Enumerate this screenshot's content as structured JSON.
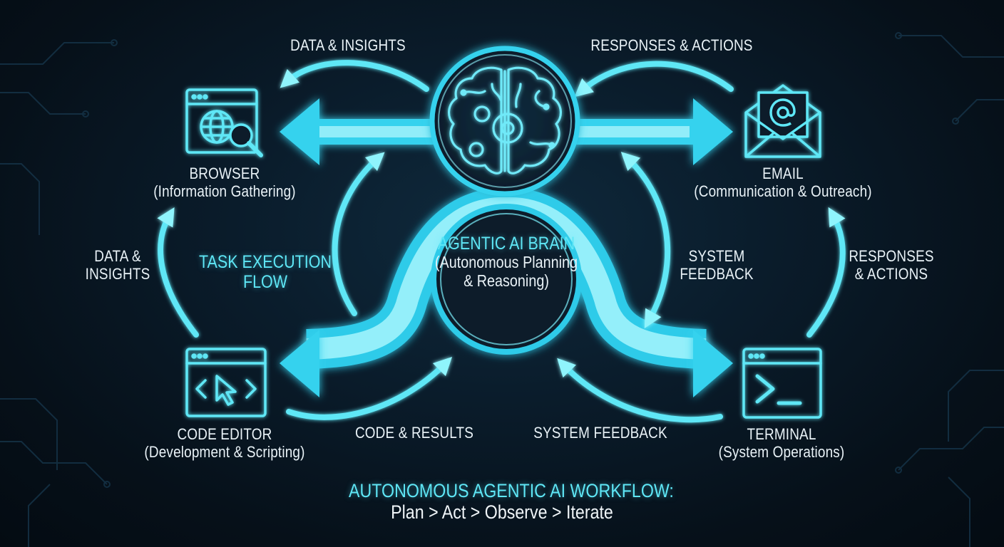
{
  "center": {
    "title": "AGENTIC AI BRAIN",
    "subtitle_line1": "(Autonomous Planning",
    "subtitle_line2": "& Reasoning)"
  },
  "nodes": {
    "browser": {
      "name": "BROWSER",
      "role": "(Information Gathering)",
      "icon": "globe-search-icon"
    },
    "email": {
      "name": "EMAIL",
      "role": "(Communication & Outreach)",
      "icon": "envelope-at-icon"
    },
    "code_editor": {
      "name": "CODE EDITOR",
      "role": "(Development & Scripting)",
      "icon": "code-cursor-icon"
    },
    "terminal": {
      "name": "TERMINAL",
      "role": "(System Operations)",
      "icon": "terminal-prompt-icon"
    }
  },
  "flow_labels": {
    "top_left": "DATA & INSIGHTS",
    "top_right": "RESPONSES & ACTIONS",
    "left_line1": "DATA &",
    "left_line2": "INSIGHTS",
    "right_line1": "RESPONSES",
    "right_line2": "& ACTIONS",
    "inner_right_line1": "SYSTEM",
    "inner_right_line2": "FEEDBACK",
    "bottom_left": "CODE & RESULTS",
    "bottom_right": "SYSTEM FEEDBACK",
    "task_line1": "TASK EXECUTION",
    "task_line2": "FLOW"
  },
  "footer": {
    "title": "AUTONOMOUS AGENTIC AI WORKFLOW:",
    "steps": "Plan > Act > Observe > Iterate"
  },
  "colors": {
    "accent": "#5fe7f6",
    "glow": "#1fb8e0",
    "background": "#07131f",
    "text": "#e9f2f7"
  }
}
